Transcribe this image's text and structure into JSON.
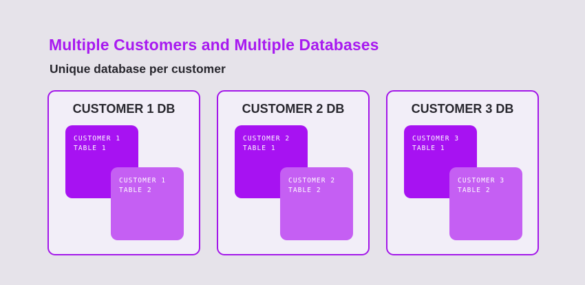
{
  "header": {
    "title": "Multiple Customers and Multiple Databases",
    "subtitle": "Unique database per customer"
  },
  "colors": {
    "page_bg": "#e6e3ea",
    "card_bg": "#f2eef8",
    "card_border": "#a316e9",
    "title_color": "#a81af0",
    "heading_text": "#28272e",
    "table1_bg": "#a712f2",
    "table2_bg": "#c55ff3",
    "table_text": "#ffffff"
  },
  "cards": [
    {
      "title": "CUSTOMER 1 DB",
      "tables": [
        {
          "line1": "CUSTOMER 1",
          "line2": "TABLE 1"
        },
        {
          "line1": "CUSTOMER 1",
          "line2": "TABLE 2"
        }
      ]
    },
    {
      "title": "CUSTOMER 2 DB",
      "tables": [
        {
          "line1": "CUSTOMER 2",
          "line2": "TABLE 1"
        },
        {
          "line1": "CUSTOMER 2",
          "line2": "TABLE 2"
        }
      ]
    },
    {
      "title": "CUSTOMER 3 DB",
      "tables": [
        {
          "line1": "CUSTOMER 3",
          "line2": "TABLE 1"
        },
        {
          "line1": "CUSTOMER 3",
          "line2": "TABLE 2"
        }
      ]
    }
  ]
}
